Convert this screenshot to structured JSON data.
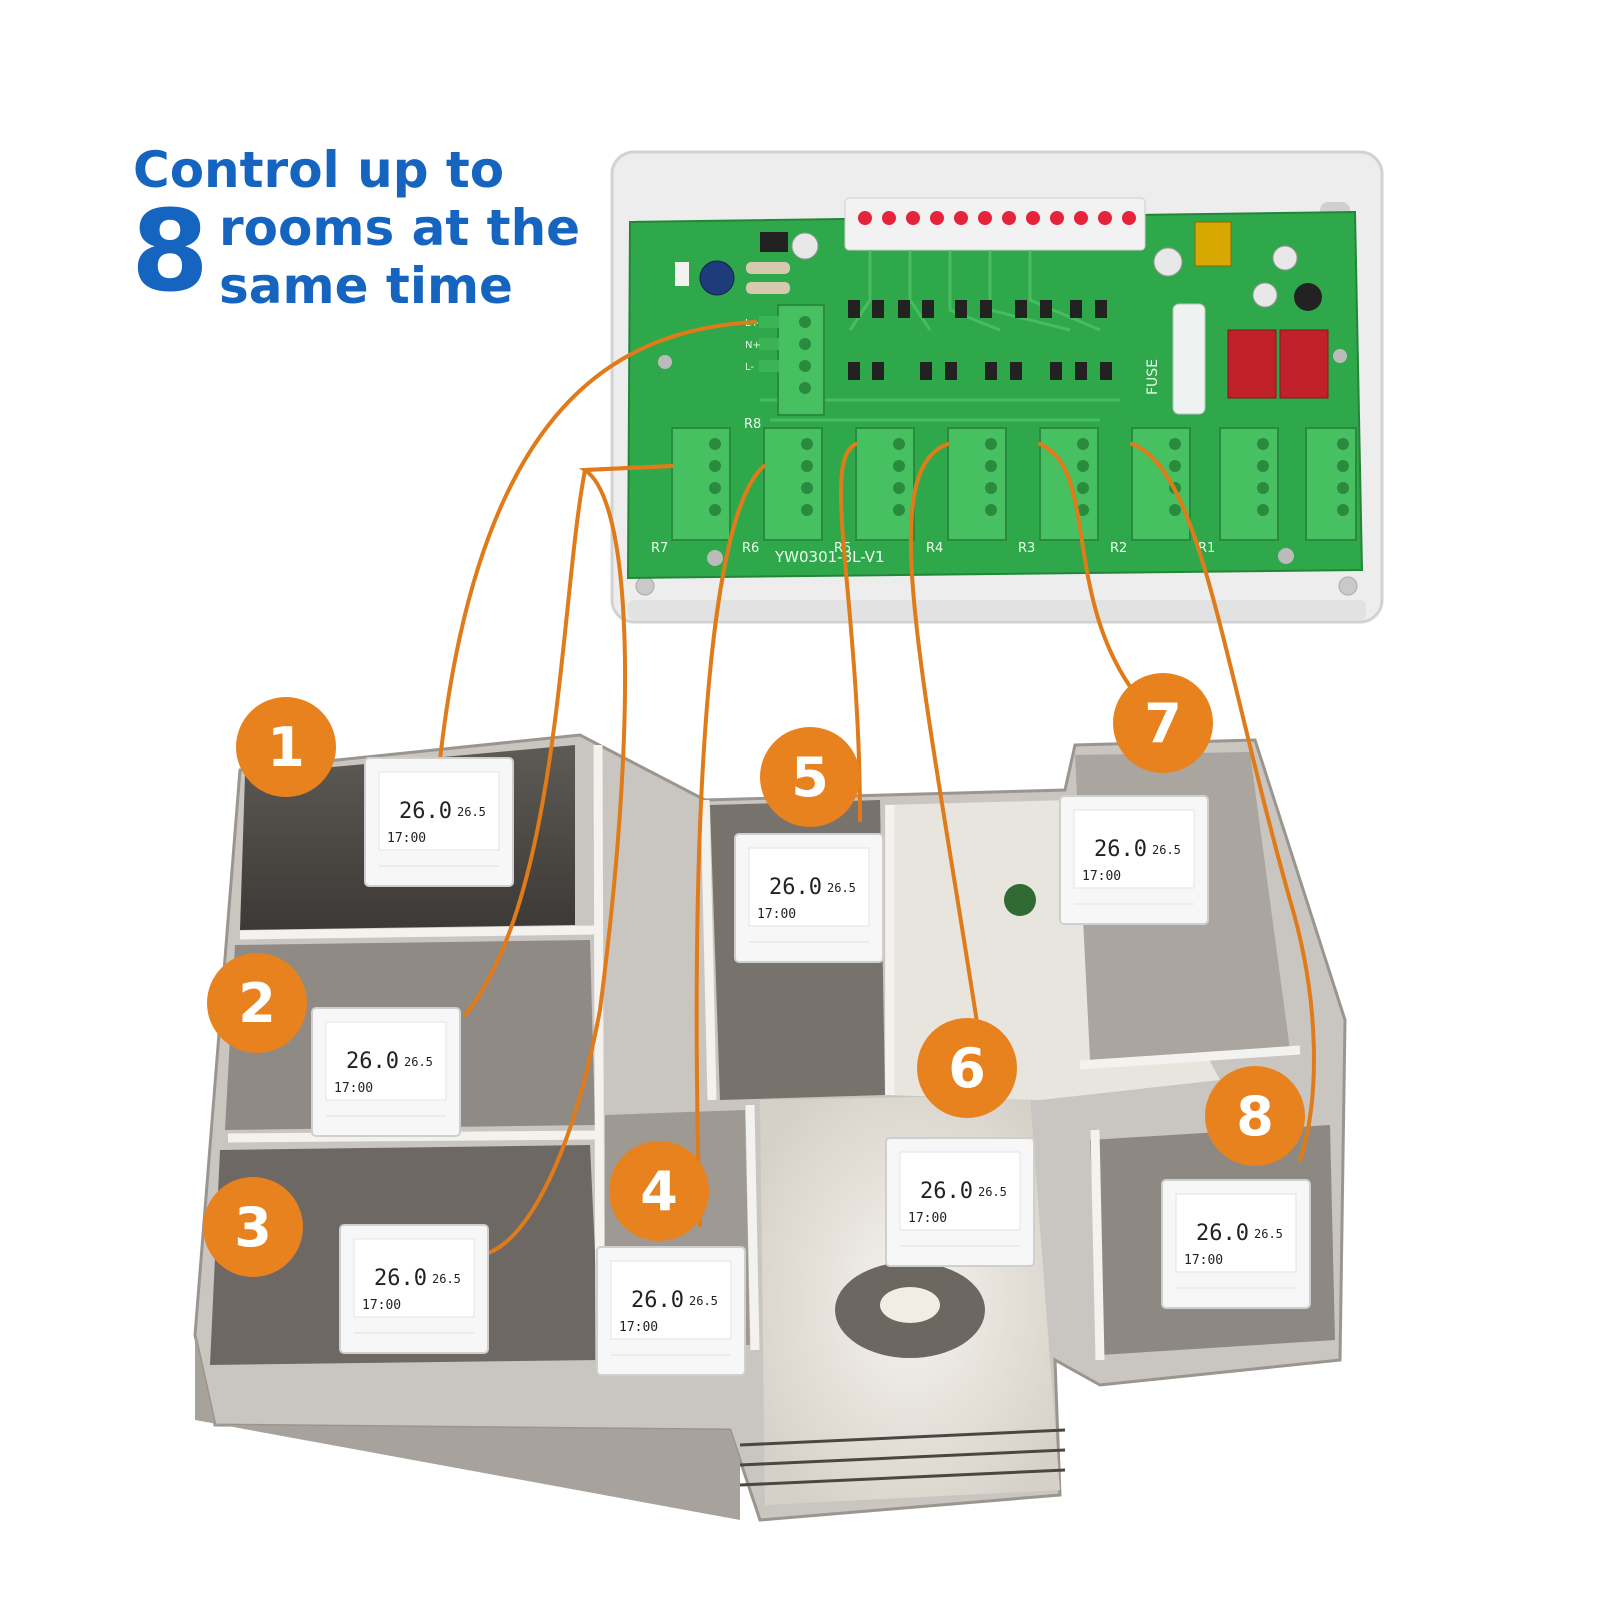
{
  "headline": {
    "line1": "Control up to",
    "count": "8",
    "line2": "rooms at the",
    "line3": "same time"
  },
  "controller": {
    "model": "YW0301-8L-V1",
    "fuse_label": "FUSE",
    "relay_labels": [
      "R8",
      "R7",
      "R6",
      "R5",
      "R4",
      "R3",
      "R2",
      "R1"
    ],
    "terminal_labels": [
      "L+",
      "N+",
      "L-"
    ]
  },
  "thermostat_display": {
    "temperature": "26.0",
    "setpoint": "26.5",
    "time": "17:00"
  },
  "rooms": [
    {
      "number": "1"
    },
    {
      "number": "2"
    },
    {
      "number": "3"
    },
    {
      "number": "4"
    },
    {
      "number": "5"
    },
    {
      "number": "6"
    },
    {
      "number": "7"
    },
    {
      "number": "8"
    }
  ],
  "colors": {
    "headline_blue": "#1565c0",
    "badge_orange": "#e8821e",
    "wire_orange": "#e07b1a",
    "pcb_green": "#2ea84a",
    "terminal_green": "#46c060",
    "enclosure": "#ededed"
  }
}
